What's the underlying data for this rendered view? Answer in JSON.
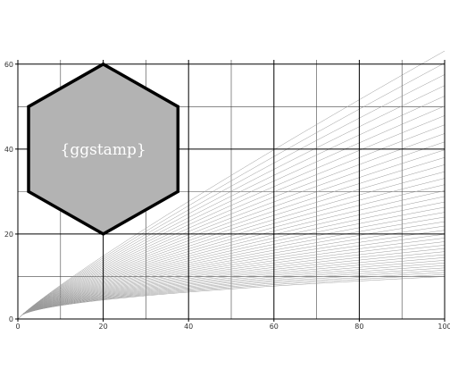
{
  "chart_data": {
    "type": "line",
    "title": "",
    "xlabel": "",
    "ylabel": "",
    "xlim": [
      0,
      100
    ],
    "ylim": [
      0,
      61
    ],
    "x_ticks": [
      0,
      20,
      40,
      60,
      80,
      100
    ],
    "y_ticks": [
      0,
      20,
      40,
      60
    ],
    "x_tick_labels": [
      "0",
      "20",
      "40",
      "60",
      "80",
      "100"
    ],
    "y_tick_labels": [
      "0",
      "20",
      "40",
      "60"
    ],
    "x_minor_gridlines": [
      10,
      30,
      50,
      70,
      90
    ],
    "y_minor_gridlines": [
      10,
      30,
      50
    ],
    "grid": true,
    "legend": "none",
    "series_family": {
      "description_formula": "y = x^p",
      "x_from": 0,
      "x_to": 100,
      "exponent_from": 0.5,
      "exponent_to": 0.9,
      "count": 41,
      "color": "#9a9a9a"
    },
    "hexagon": {
      "center": [
        20,
        40
      ],
      "radius_y": 20,
      "half_width_x": 17.5,
      "fill": "#b3b3b3",
      "stroke": "#000000"
    },
    "logo_text": "{ggstamp}",
    "colors": {
      "grid_major": "#000000",
      "grid_minor": "#444444",
      "axis": "#000000"
    }
  }
}
